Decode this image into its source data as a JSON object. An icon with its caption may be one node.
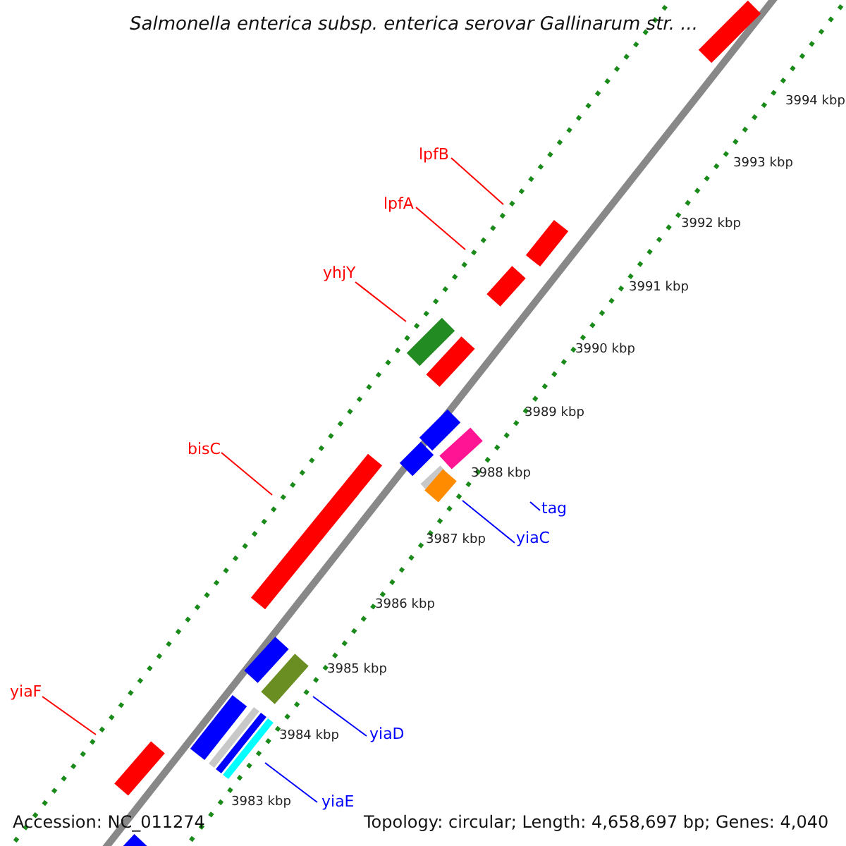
{
  "diagram": {
    "title": "Salmonella enterica subsp. enterica serovar Gallinarum str. ...",
    "nodes": [
      {
        "text": [
          "lpfB"
        ]
      },
      {
        "text": [
          "lpfA"
        ]
      },
      {
        "text": [
          "yhjY"
        ]
      },
      {
        "text": [
          "bisC"
        ]
      },
      {
        "text": [
          "tag"
        ]
      },
      {
        "text": [
          "yiaC"
        ]
      },
      {
        "text": [
          "yiaD"
        ]
      },
      {
        "text": [
          "yiaF"
        ]
      },
      {
        "text": [
          "yiaE"
        ]
      }
    ],
    "edges": [
      {
        "from": 0,
        "to": null,
        "arrow": "none"
      },
      {
        "from": 1,
        "to": null,
        "arrow": "none"
      },
      {
        "from": 2,
        "to": null,
        "arrow": "none"
      },
      {
        "from": 3,
        "to": null,
        "arrow": "none"
      },
      {
        "from": 4,
        "to": null,
        "arrow": "none",
        "color": "#0000ff"
      },
      {
        "from": 5,
        "to": null,
        "arrow": "none",
        "color": "#0000ff"
      },
      {
        "from": 6,
        "to": null,
        "arrow": "none",
        "color": "#0000ff"
      },
      {
        "from": 7,
        "to": null,
        "arrow": "none"
      },
      {
        "from": 8,
        "to": null,
        "arrow": "none",
        "color": "#0000ff"
      }
    ],
    "labels": [
      "3994 kbp",
      "3993 kbp",
      "3992 kbp",
      "3991 kbp",
      "3990 kbp",
      "3989 kbp",
      "3988 kbp",
      "3987 kbp",
      "3986 kbp",
      "3985 kbp",
      "3984 kbp",
      "3983 kbp",
      "Accession: NC_011274",
      "Topology: circular; Length: 4,658,697 bp; Genes: 4,040"
    ]
  }
}
